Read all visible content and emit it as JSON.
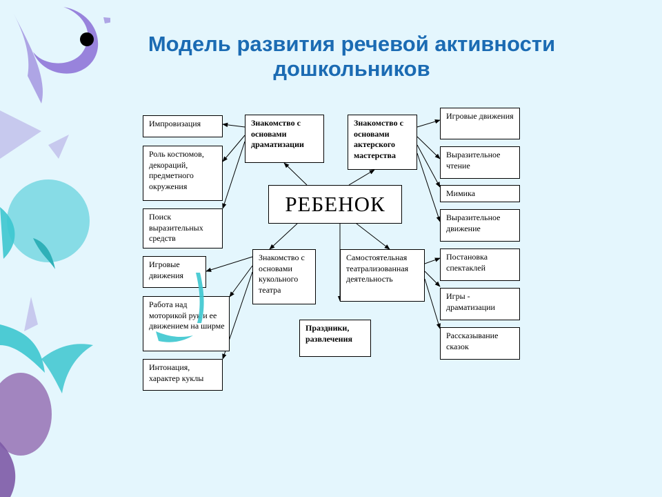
{
  "title": {
    "line1": "Модель развития речевой активности",
    "line2": "дошкольников"
  },
  "center": "РЕБЕНОК",
  "branches": {
    "dramatization": "Знакомство с основами драматизации",
    "acting": "Знакомство с основами актерского мастерства",
    "puppet": "Знакомство с основами кукольного театра",
    "independent": "Самостоятельная театрализованная деятельность",
    "holidays": "Праздники, развлечения"
  },
  "leaves": {
    "improvisation": "Импровизация",
    "costumes": "Роль костюмов, декораций, предметного окружения",
    "search": "Поиск выразительных средств",
    "game_moves_left": "Игровые движения",
    "motor_work": "Работа над моторикой рук и ее движением на ширме",
    "intonation": "Интонация, характер куклы",
    "game_moves_right": "Игровые движения",
    "expressive_reading": "Выразительное чтение",
    "mimicry": "Мимика",
    "expressive_movement": "Выразительное движение",
    "staging": "Постановка спектаклей",
    "dram_games": "Игры - драматизации",
    "tale_telling": "Рассказывание сказок"
  },
  "colors": {
    "background": "#e4f6fd",
    "title": "#1b6bb3",
    "decor_purple": "#8b6fd6",
    "decor_teal": "#3cc6cf",
    "decor_violet": "#9a79b8"
  }
}
